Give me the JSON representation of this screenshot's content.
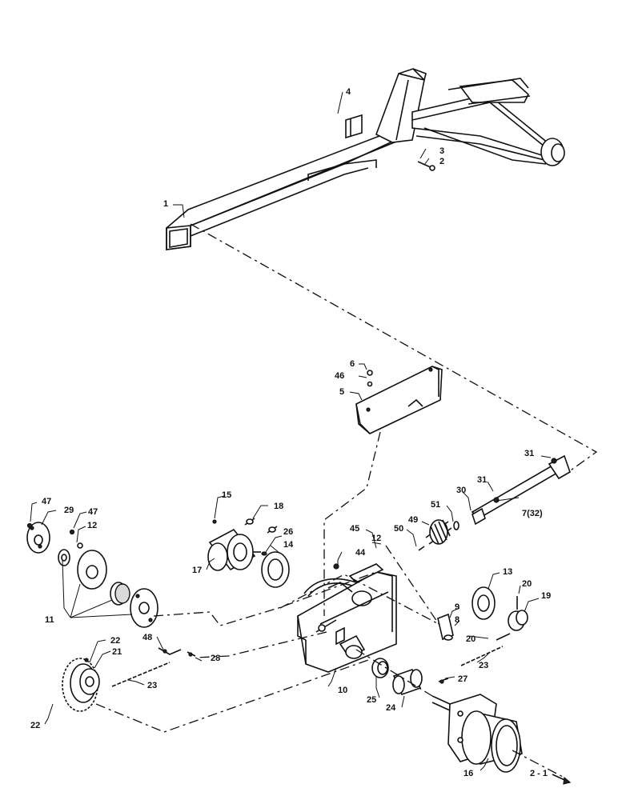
{
  "labels": {
    "1": "1",
    "2": "2",
    "3": "3",
    "4": "4",
    "5": "5",
    "6": "6",
    "7": "7(32)",
    "8": "8",
    "9": "9",
    "10": "10",
    "11": "11",
    "12a": "12",
    "12b": "12",
    "13": "13",
    "14": "14",
    "15": "15",
    "16": "16",
    "17": "17",
    "18": "18",
    "19": "19",
    "20a": "20",
    "20b": "20",
    "21": "21",
    "22a": "22",
    "22b": "22",
    "23a": "23",
    "23b": "23",
    "24": "24",
    "25": "25",
    "26": "26",
    "27": "27",
    "28": "28",
    "29": "29",
    "30": "30",
    "31a": "31",
    "31b": "31",
    "44": "44",
    "45": "45",
    "46": "46",
    "47a": "47",
    "47b": "47",
    "48": "48",
    "49": "49",
    "50": "50",
    "51": "51",
    "continuation": "2 - 1"
  }
}
